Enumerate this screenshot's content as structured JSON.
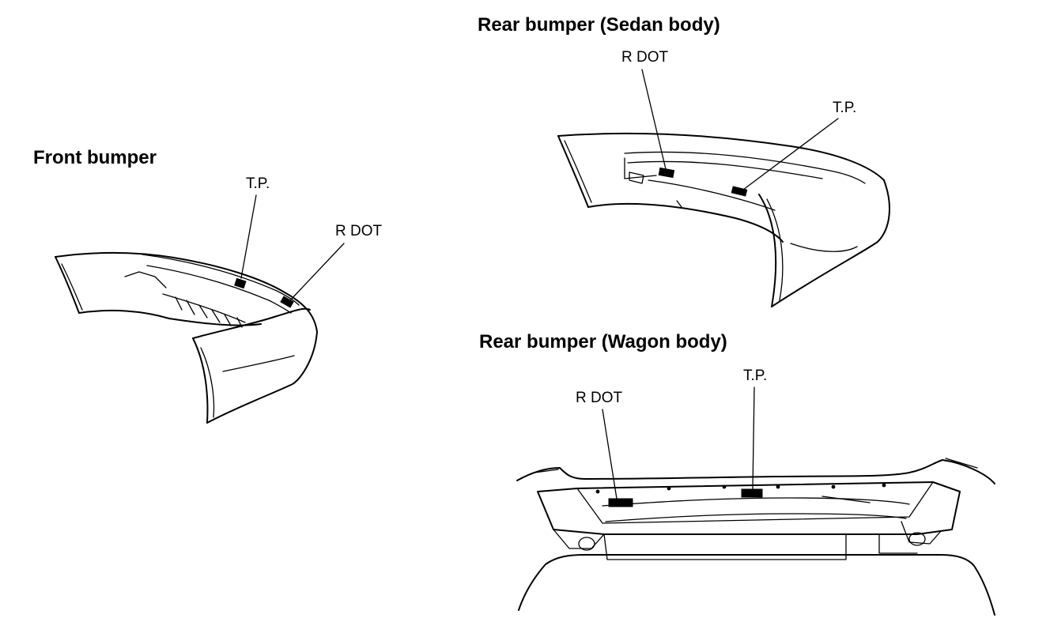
{
  "front": {
    "title": "Front bumper",
    "tp_label": "T.P.",
    "rdot_label": "R DOT"
  },
  "sedan": {
    "title": "Rear bumper (Sedan body)",
    "rdot_label": "R DOT",
    "tp_label": "T.P."
  },
  "wagon": {
    "title": "Rear bumper (Wagon body)",
    "rdot_label": "R DOT",
    "tp_label": "T.P."
  }
}
